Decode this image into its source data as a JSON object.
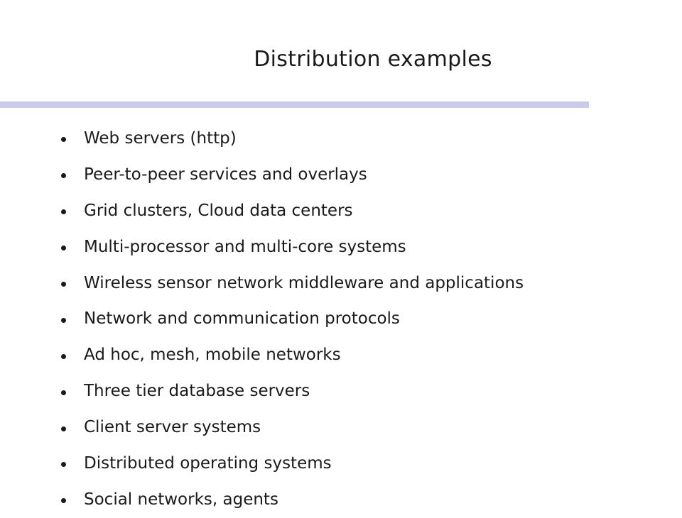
{
  "slide": {
    "title": "Distribution examples",
    "accent_color": "#c9cbea",
    "bullets": [
      "Web servers (http)",
      "Peer-to-peer services and overlays",
      "Grid clusters, Cloud data centers",
      "Multi-processor and multi-core systems",
      "Wireless sensor network middleware and applications",
      "Network and communication protocols",
      "Ad hoc, mesh, mobile networks",
      "Three tier database servers",
      "Client server systems",
      "Distributed operating systems",
      "Social networks, agents"
    ]
  }
}
